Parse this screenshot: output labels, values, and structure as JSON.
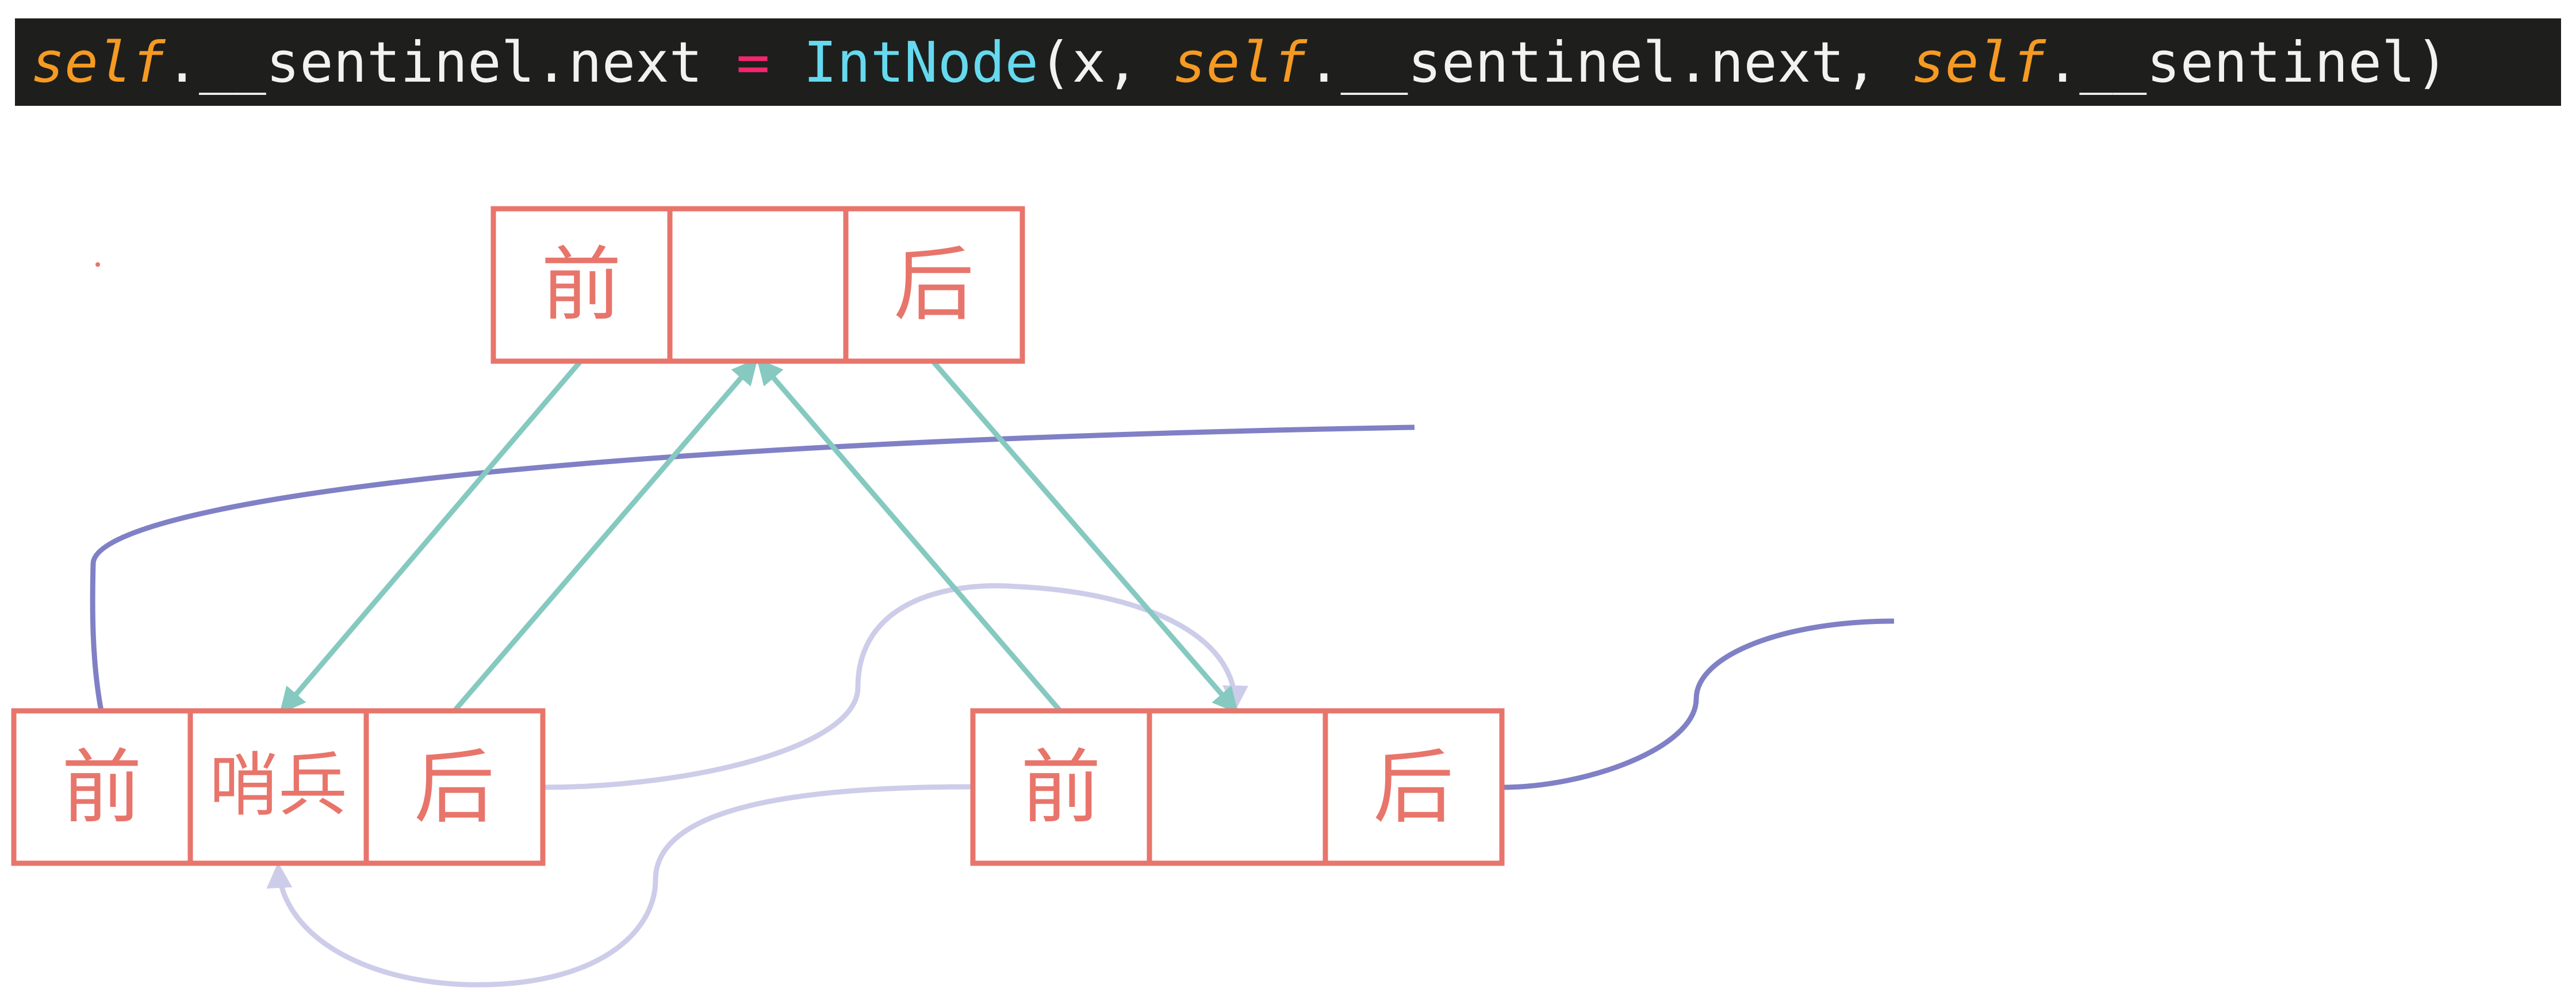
{
  "colors": {
    "box_stroke": "#e8756b",
    "label": "#e8756b",
    "teal_arrow": "#85c9c0",
    "purple_link": "#8080c6",
    "light_purple_link": "#cdcdea",
    "code_bg": "#1e1f1c",
    "self_kw": "#f59a23",
    "operator": "#f2266f",
    "classname": "#66d9ef",
    "plain": "#f2f2f2"
  },
  "code": {
    "tokens": [
      {
        "text": "self",
        "kind": "self"
      },
      {
        "text": ".__sentinel.next ",
        "kind": "plain"
      },
      {
        "text": "=",
        "kind": "op"
      },
      {
        "text": " ",
        "kind": "plain"
      },
      {
        "text": "IntNode",
        "kind": "class"
      },
      {
        "text": "(x, ",
        "kind": "plain"
      },
      {
        "text": "self",
        "kind": "self"
      },
      {
        "text": ".__sentinel.next, ",
        "kind": "plain"
      },
      {
        "text": "self",
        "kind": "self"
      },
      {
        "text": ".__sentinel)",
        "kind": "plain"
      }
    ]
  },
  "nodes": {
    "new_node": {
      "prev": "前",
      "item": "",
      "next": "后"
    },
    "sentinel_node": {
      "prev": "前",
      "item": "哨兵",
      "next": "后"
    },
    "first_node": {
      "prev": "前",
      "item": "",
      "next": "后"
    }
  }
}
